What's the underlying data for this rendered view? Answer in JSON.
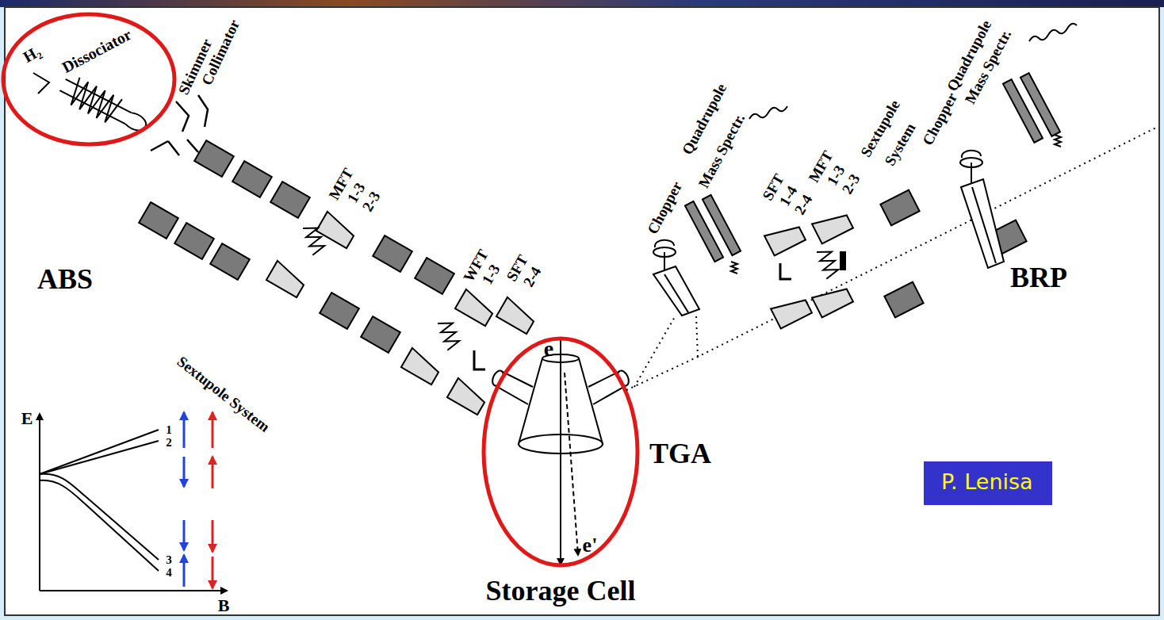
{
  "diagram": {
    "nodes": [
      {
        "text": [
          "P. Lenisa"
        ]
      }
    ],
    "labels": [
      "H₂",
      "Dissociator",
      "Skimmer",
      "Collimator",
      "MFT",
      "1-3",
      "2-3",
      "ABS",
      "WFT",
      "1-3",
      "SFT",
      "2-4",
      "e",
      "e'",
      "Storage Cell",
      "TGA",
      "Chopper",
      "Quadrupole",
      "Mass Spectr.",
      "SFT",
      "1-4",
      "2-4",
      "MFT",
      "1-3",
      "2-3",
      "Sextupole",
      "System",
      "Chopper",
      "Quadrupole",
      "Mass Spectr.",
      "BRP",
      "Sextupole System",
      "E",
      "B",
      "1",
      "2",
      "3",
      "4"
    ]
  }
}
